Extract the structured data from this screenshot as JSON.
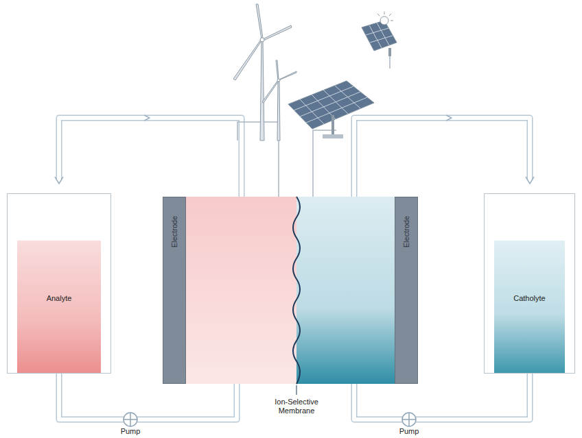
{
  "diagram": {
    "nodes": [
      {
        "text": [
          "Analyte"
        ]
      },
      {
        "text": [
          "Electrode"
        ]
      },
      {
        "text": [
          "Electrode"
        ]
      },
      {
        "text": [
          "Catholyte"
        ]
      }
    ],
    "labels": [
      "Ion-Selective Membrane",
      "Pump",
      "Pump"
    ]
  }
}
